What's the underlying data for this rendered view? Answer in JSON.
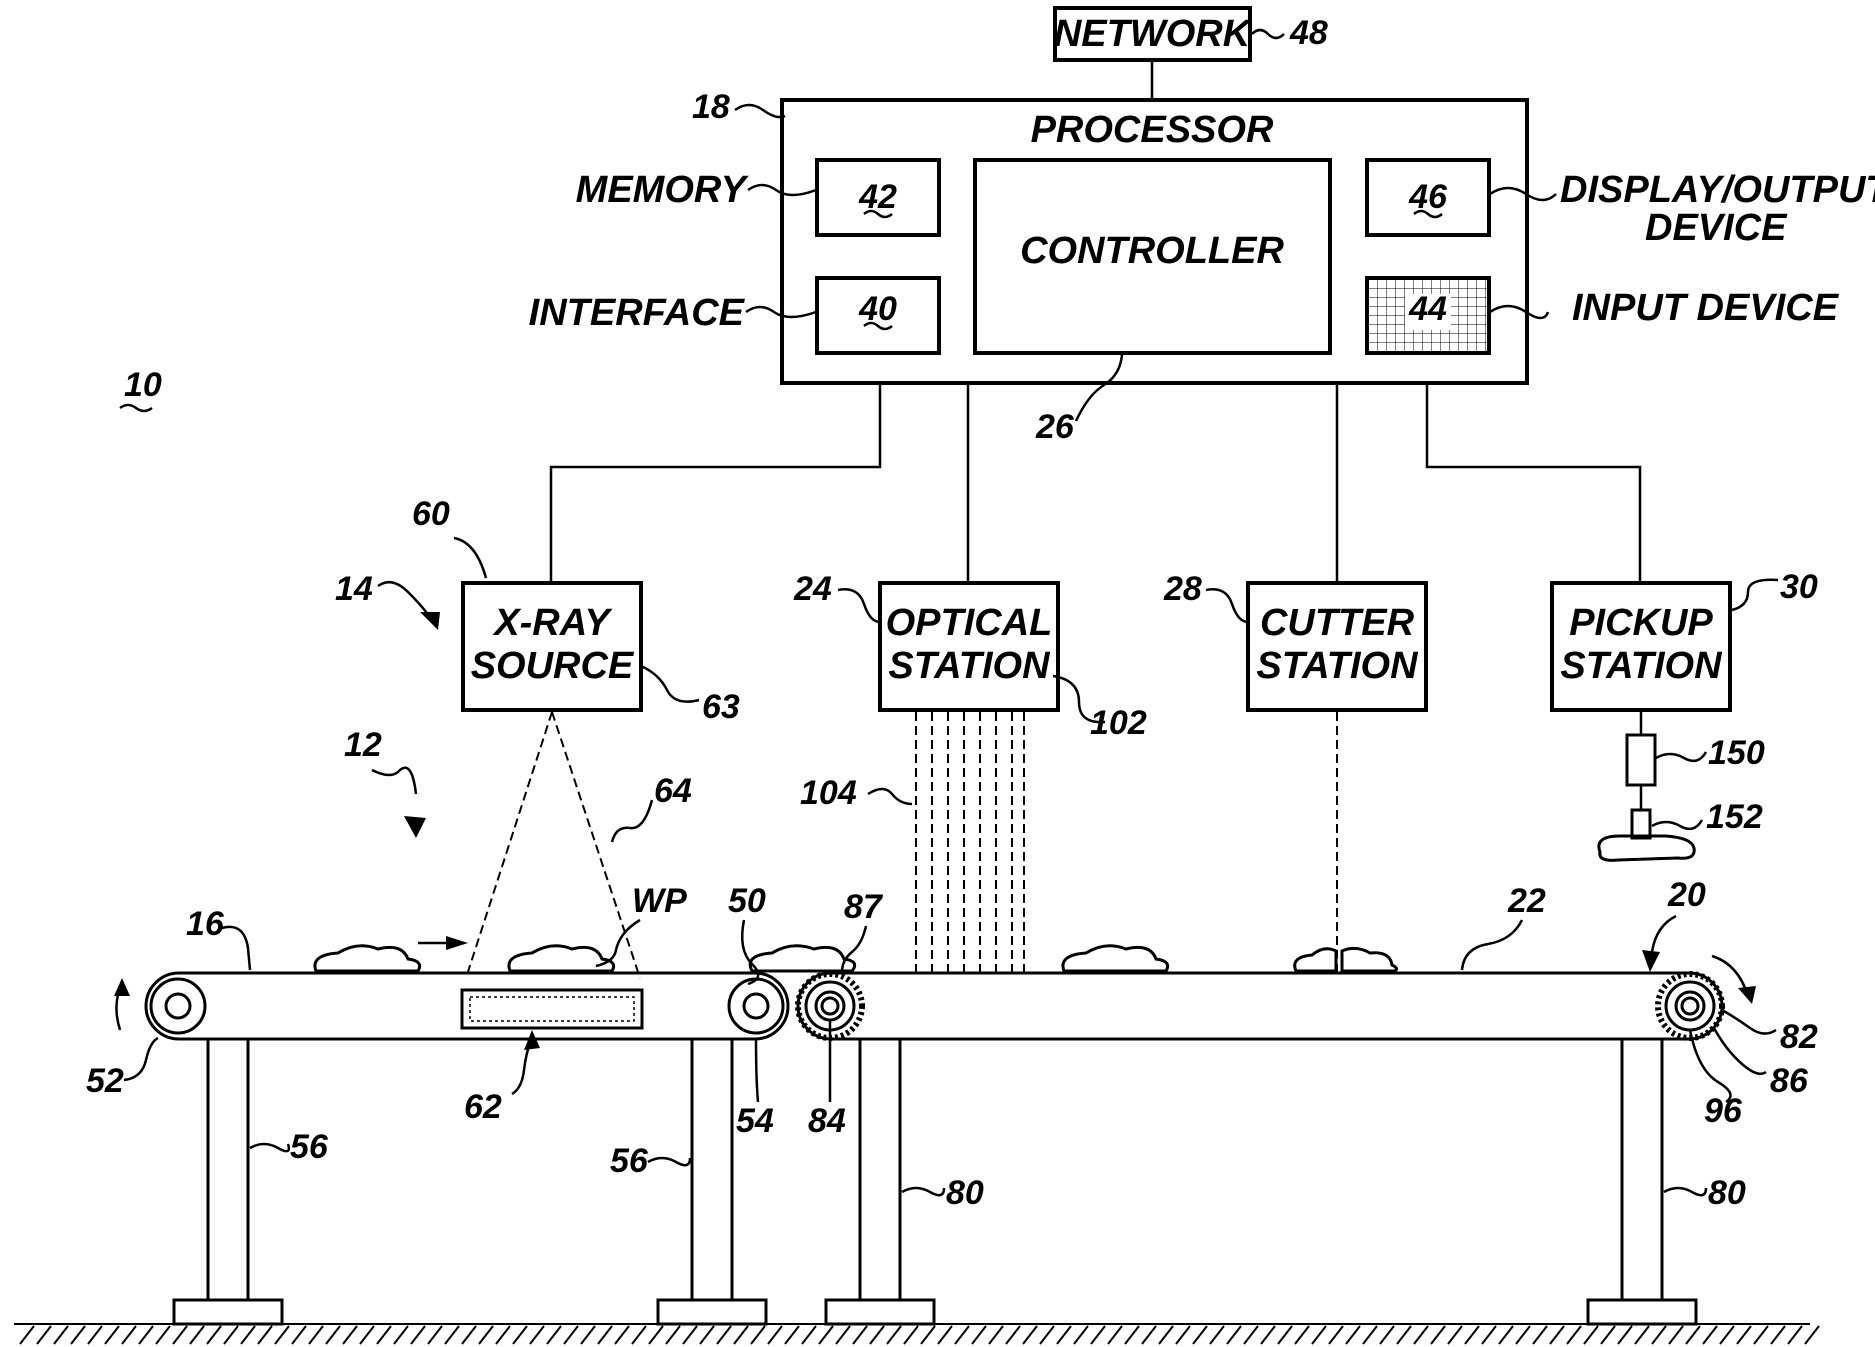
{
  "blocks": {
    "network": "NETWORK",
    "processor": "PROCESSOR",
    "controller": "CONTROLLER",
    "memory": "MEMORY",
    "interface": "INTERFACE",
    "display": [
      "DISPLAY/OUTPUT",
      "DEVICE"
    ],
    "input_device": "INPUT DEVICE",
    "xray": [
      "X-RAY",
      "SOURCE"
    ],
    "optical": [
      "OPTICAL",
      "STATION"
    ],
    "cutter": [
      "CUTTER",
      "STATION"
    ],
    "pickup": [
      "PICKUP",
      "STATION"
    ],
    "workpiece": "WP"
  },
  "refs": {
    "r10": "10",
    "r12": "12",
    "r14": "14",
    "r16": "16",
    "r18": "18",
    "r20": "20",
    "r22": "22",
    "r24": "24",
    "r26": "26",
    "r28": "28",
    "r30": "30",
    "r40": "40",
    "r42": "42",
    "r44": "44",
    "r46": "46",
    "r48": "48",
    "r50": "50",
    "r52": "52",
    "r54": "54",
    "r56a": "56",
    "r56b": "56",
    "r60": "60",
    "r62": "62",
    "r63": "63",
    "r64": "64",
    "r80a": "80",
    "r80b": "80",
    "r82": "82",
    "r84": "84",
    "r86": "86",
    "r87": "87",
    "r96": "96",
    "r102": "102",
    "r104": "104",
    "r150": "150",
    "r152": "152"
  }
}
